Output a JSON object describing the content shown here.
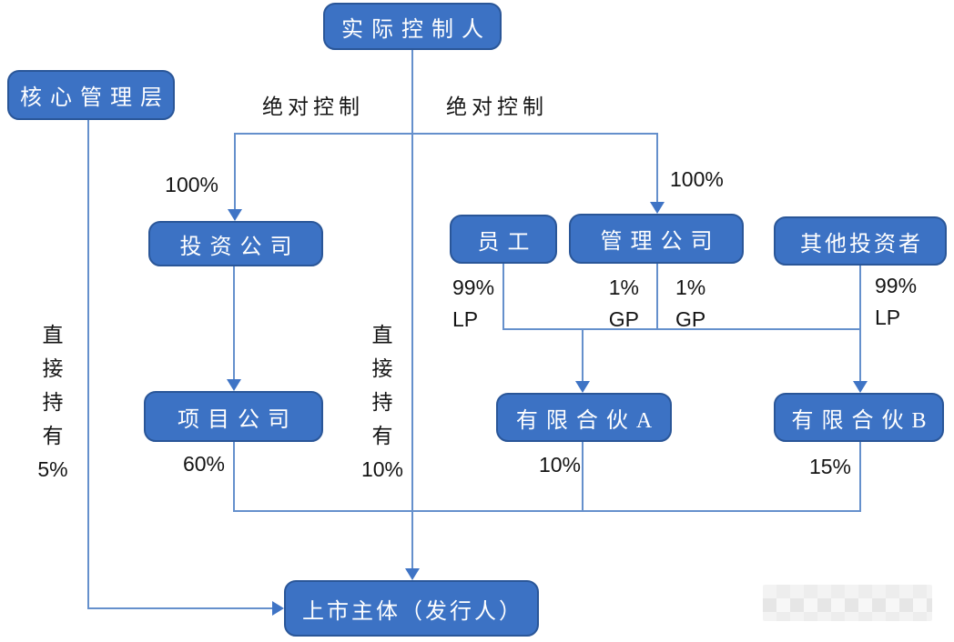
{
  "diagram": {
    "nodes": {
      "actual_controller": "实际控制人",
      "core_management": "核心管理层",
      "investment_company": "投资公司",
      "employees": "员工",
      "management_company": "管理公司",
      "other_investors": "其他投资者",
      "project_company": "项目公司",
      "limited_partnership_a": "有限合伙A",
      "limited_partnership_b": "有限合伙B",
      "listed_entity": "上市主体（发行人）"
    },
    "labels": {
      "absolute_control_left": "绝对控制",
      "absolute_control_right": "绝对控制",
      "pct_100_left": "100%",
      "pct_100_right": "100%",
      "employees_pct": "99%",
      "employees_role": "LP",
      "mgmt_left_pct": "1%",
      "mgmt_left_role": "GP",
      "mgmt_right_pct": "1%",
      "mgmt_right_role": "GP",
      "other_investors_pct": "99%",
      "other_investors_role": "LP",
      "direct_holding_left_chars": [
        "直",
        "接",
        "持",
        "有",
        "5%"
      ],
      "direct_holding_mid_chars": [
        "直",
        "接",
        "持",
        "有",
        "10%"
      ],
      "project_company_pct": "60%",
      "lp_a_pct": "10%",
      "lp_b_pct": "15%"
    },
    "colors": {
      "node_fill": "#3c72c4",
      "node_border": "#2a5698",
      "node_text": "#ffffff",
      "connector": "#6590cc",
      "arrow": "#3f74c5",
      "label_text": "#141414"
    }
  }
}
